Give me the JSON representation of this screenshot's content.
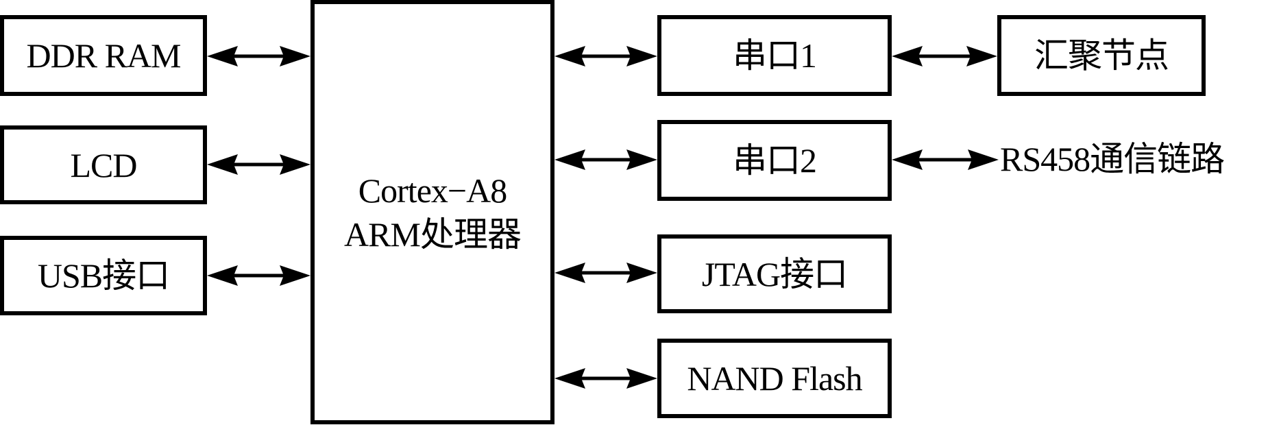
{
  "diagram": {
    "type": "block-diagram",
    "processor": {
      "line1": "Cortex−A8",
      "line2": "ARM处理器"
    },
    "left_peripherals": [
      {
        "label": "DDR RAM",
        "link": "bidirectional"
      },
      {
        "label": "LCD",
        "link": "bidirectional"
      },
      {
        "label": "USB接口",
        "link": "bidirectional"
      }
    ],
    "right_peripherals": [
      {
        "label": "串口1",
        "link": "bidirectional"
      },
      {
        "label": "串口2",
        "link": "bidirectional"
      },
      {
        "label": "JTAG接口",
        "link": "bidirectional"
      },
      {
        "label": "NAND Flash",
        "link": "bidirectional"
      }
    ],
    "external": {
      "uart1_target": {
        "label": "汇聚节点",
        "link": "bidirectional"
      },
      "uart2_target": {
        "label": "RS458通信链路",
        "link": "bidirectional"
      }
    },
    "colors": {
      "stroke": "#000000",
      "background": "#ffffff"
    }
  }
}
